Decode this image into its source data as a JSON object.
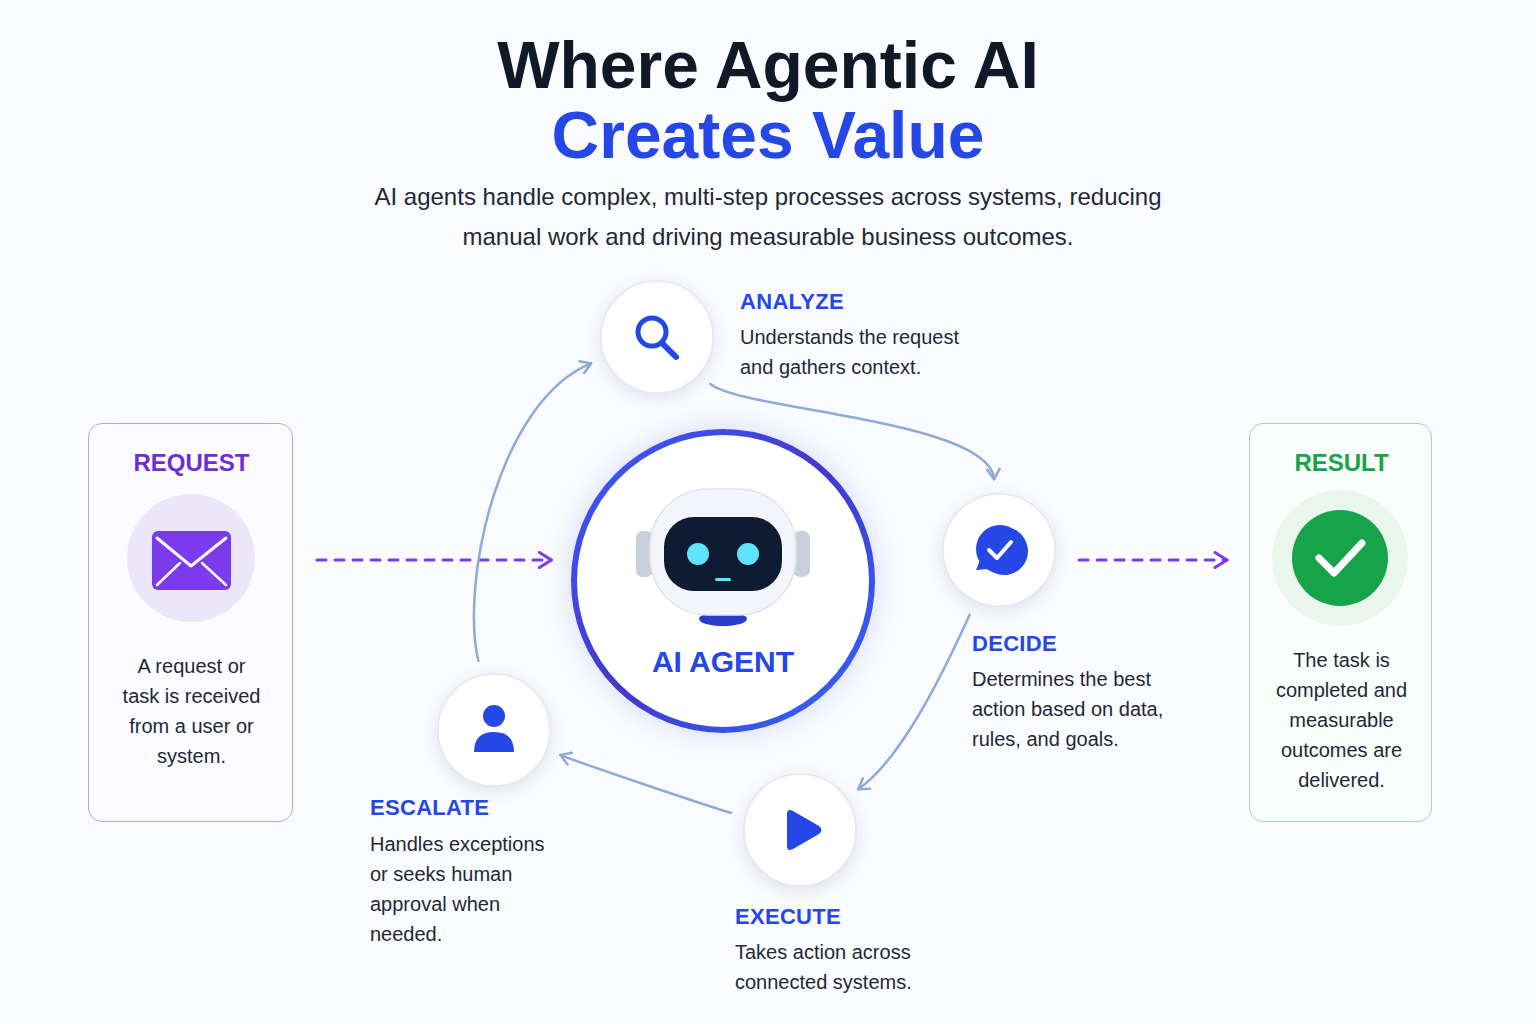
{
  "diagram": {
    "title": "Where Agentic AI Creates Value",
    "nodes": [
      {
        "text": [
          "REQUEST",
          "A request or task is received from a user or system."
        ]
      },
      {
        "text": [
          "ANALYZE",
          "Understands the request and gathers context."
        ]
      },
      {
        "text": [
          "AI AGENT"
        ]
      },
      {
        "text": [
          "DECIDE",
          "Determines the best action based on data, rules, and goals."
        ]
      },
      {
        "text": [
          "EXECUTE",
          "Takes action across connected systems."
        ]
      },
      {
        "text": [
          "ESCALATE",
          "Handles exceptions or seeks human approval when needed."
        ]
      },
      {
        "text": [
          "RESULT",
          "The task is completed and measurable outcomes are delivered."
        ]
      }
    ],
    "edges": [
      {
        "from": 0,
        "to": 2,
        "arrow": "to"
      },
      {
        "from": 1,
        "to": 3,
        "arrow": "to"
      },
      {
        "from": 3,
        "to": 4,
        "arrow": "to"
      },
      {
        "from": 4,
        "to": 5,
        "arrow": "to"
      },
      {
        "from": 5,
        "to": 1,
        "arrow": "to"
      },
      {
        "from": 3,
        "to": 6,
        "arrow": "to"
      }
    ],
    "labels": [
      "AI agents handle complex, multi-step processes across systems, reducing manual work and driving measurable business outcomes."
    ]
  }
}
